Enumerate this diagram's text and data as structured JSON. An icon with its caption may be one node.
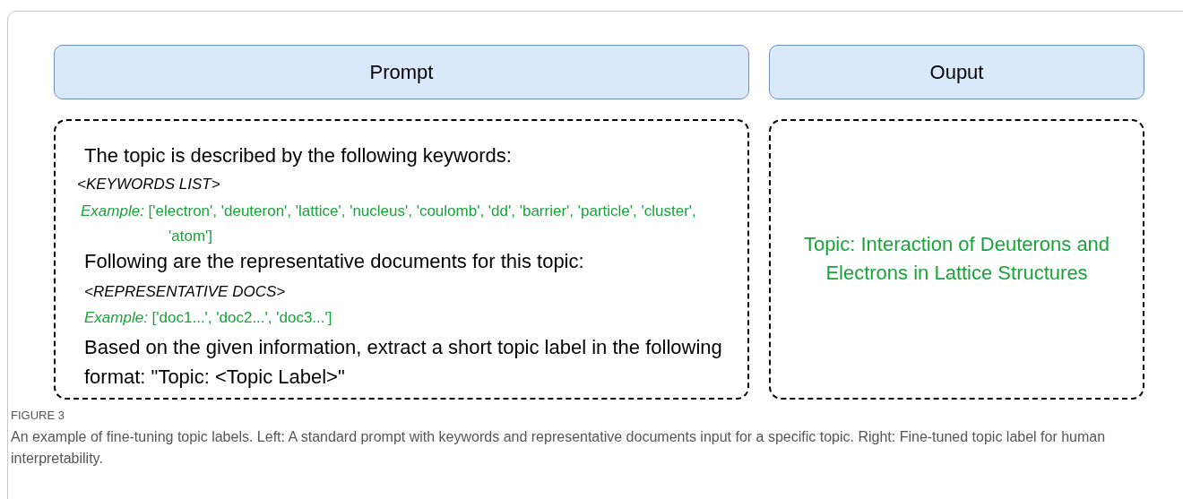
{
  "diagram": {
    "caption": "An example of fine-tuning topic labels. Left: A standard prompt with keywords and representative documents input for a specific topic. Right: Fine-tuned topic label for human interpretability.",
    "nodes": [
      {
        "text": [
          "Prompt"
        ]
      },
      {
        "text": [
          "Ouput"
        ]
      },
      {
        "text": [
          "The topic is described by the following keywords:",
          "<KEYWORDS LIST>",
          "*Example:* ['electron', 'deuteron', 'lattice', 'nucleus', 'coulomb', 'dd', 'barrier', 'particle', 'cluster', 'atom']",
          "Following are the representative documents for this topic:",
          "<REPRESENTATIVE DOCS>",
          "*Example:* ['doc1...', 'doc2...', 'doc3...']",
          "Based on the given information, extract a short topic label in the following format: \"Topic: <Topic Label>\""
        ]
      },
      {
        "text": [
          "Topic: Interaction of Deuterons and Electrons in Lattice Structures"
        ]
      }
    ],
    "labels": [
      "FIGURE 3"
    ]
  }
}
